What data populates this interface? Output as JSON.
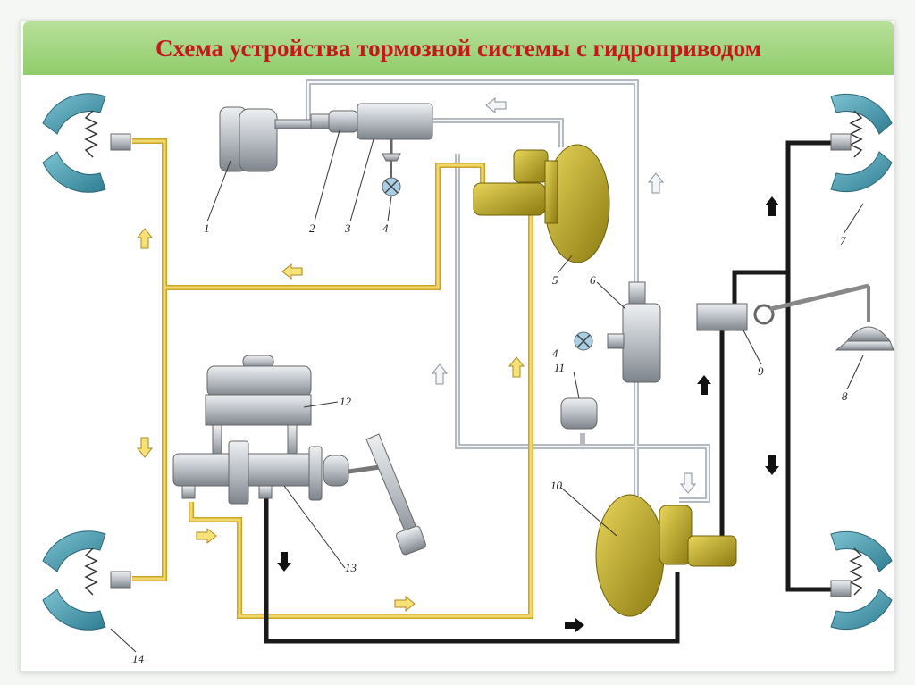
{
  "title": "Схема устройства тормозной системы с гидроприводом",
  "callouts": [
    "1",
    "2",
    "3",
    "4",
    "4",
    "5",
    "6",
    "7",
    "8",
    "9",
    "10",
    "11",
    "12",
    "13",
    "14"
  ],
  "colors": {
    "title_text": "#c8161d",
    "title_bar": "#9fd47a",
    "fluid_line": "#e8c44a",
    "pressure_line": "#1a1a1a",
    "vacuum_line": "#c9ced3",
    "brake_shoe": "#4c9fb3",
    "booster": "#b7a21f"
  },
  "icons": [
    "brake-shoe-icon",
    "arrow-icon",
    "booster-icon",
    "reservoir-icon",
    "pedal-icon",
    "lamp-icon"
  ]
}
